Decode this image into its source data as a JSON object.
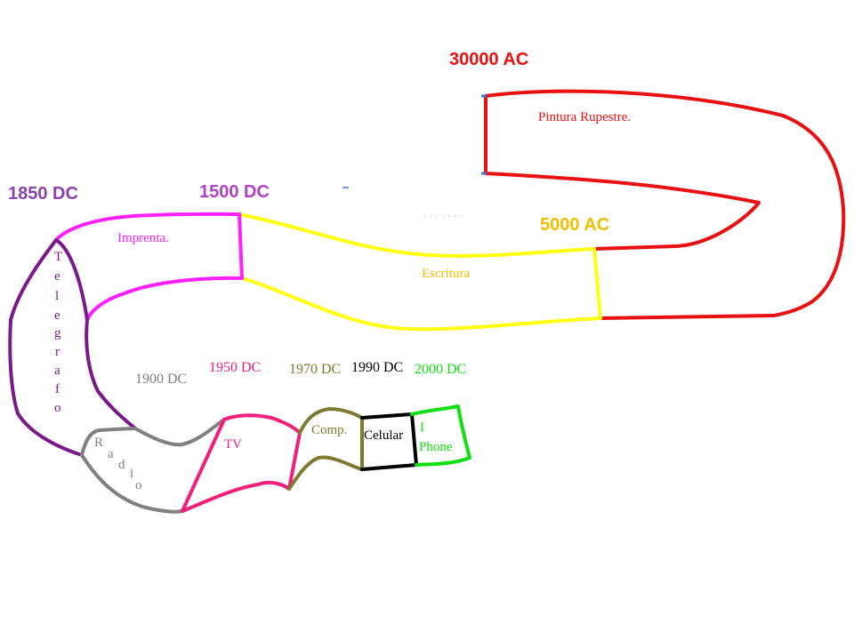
{
  "era_labels": {
    "ac_30000": "30000 AC",
    "ac_5000": "5000 AC",
    "dc_1500": "1500 DC",
    "dc_1850": "1850 DC"
  },
  "segment_labels": {
    "pintura": "Pintura Rupestre.",
    "escritura": "Escritura",
    "imprenta": "Imprenta.",
    "telegrafo": [
      "T",
      "e",
      "l",
      "e",
      "g",
      "r",
      "a",
      "f",
      "o"
    ],
    "radio": [
      "R",
      "a",
      "d",
      "i",
      "o"
    ],
    "tv": "TV",
    "comp": "Comp.",
    "celular": "Celular",
    "iphone_1": "I",
    "iphone_2": "Phone"
  },
  "dc_labels": {
    "dc_1900": "1900 DC",
    "dc_1950": "1950 DC",
    "dc_1970": "1970 DC",
    "dc_1990": "1990 DC",
    "dc_2000": "2000 DC"
  },
  "colors": {
    "pintura": "#e81010",
    "escritura": "#ffff10",
    "imprenta": "#ff20ff",
    "telegrafo": "#7a1a8a",
    "radio": "#808080",
    "tv": "#f0207a",
    "comp": "#7c7a30",
    "celular": "#000000",
    "iphone": "#10e010",
    "label_red": "#e81010",
    "label_purple": "#8844aa",
    "label_magenta": "#b040c8",
    "label_orange": "#f0c000",
    "label_gray": "#808080",
    "label_pink": "#f0207a",
    "label_olive": "#7c7a30",
    "label_black": "#000000",
    "label_green": "#10e010"
  }
}
